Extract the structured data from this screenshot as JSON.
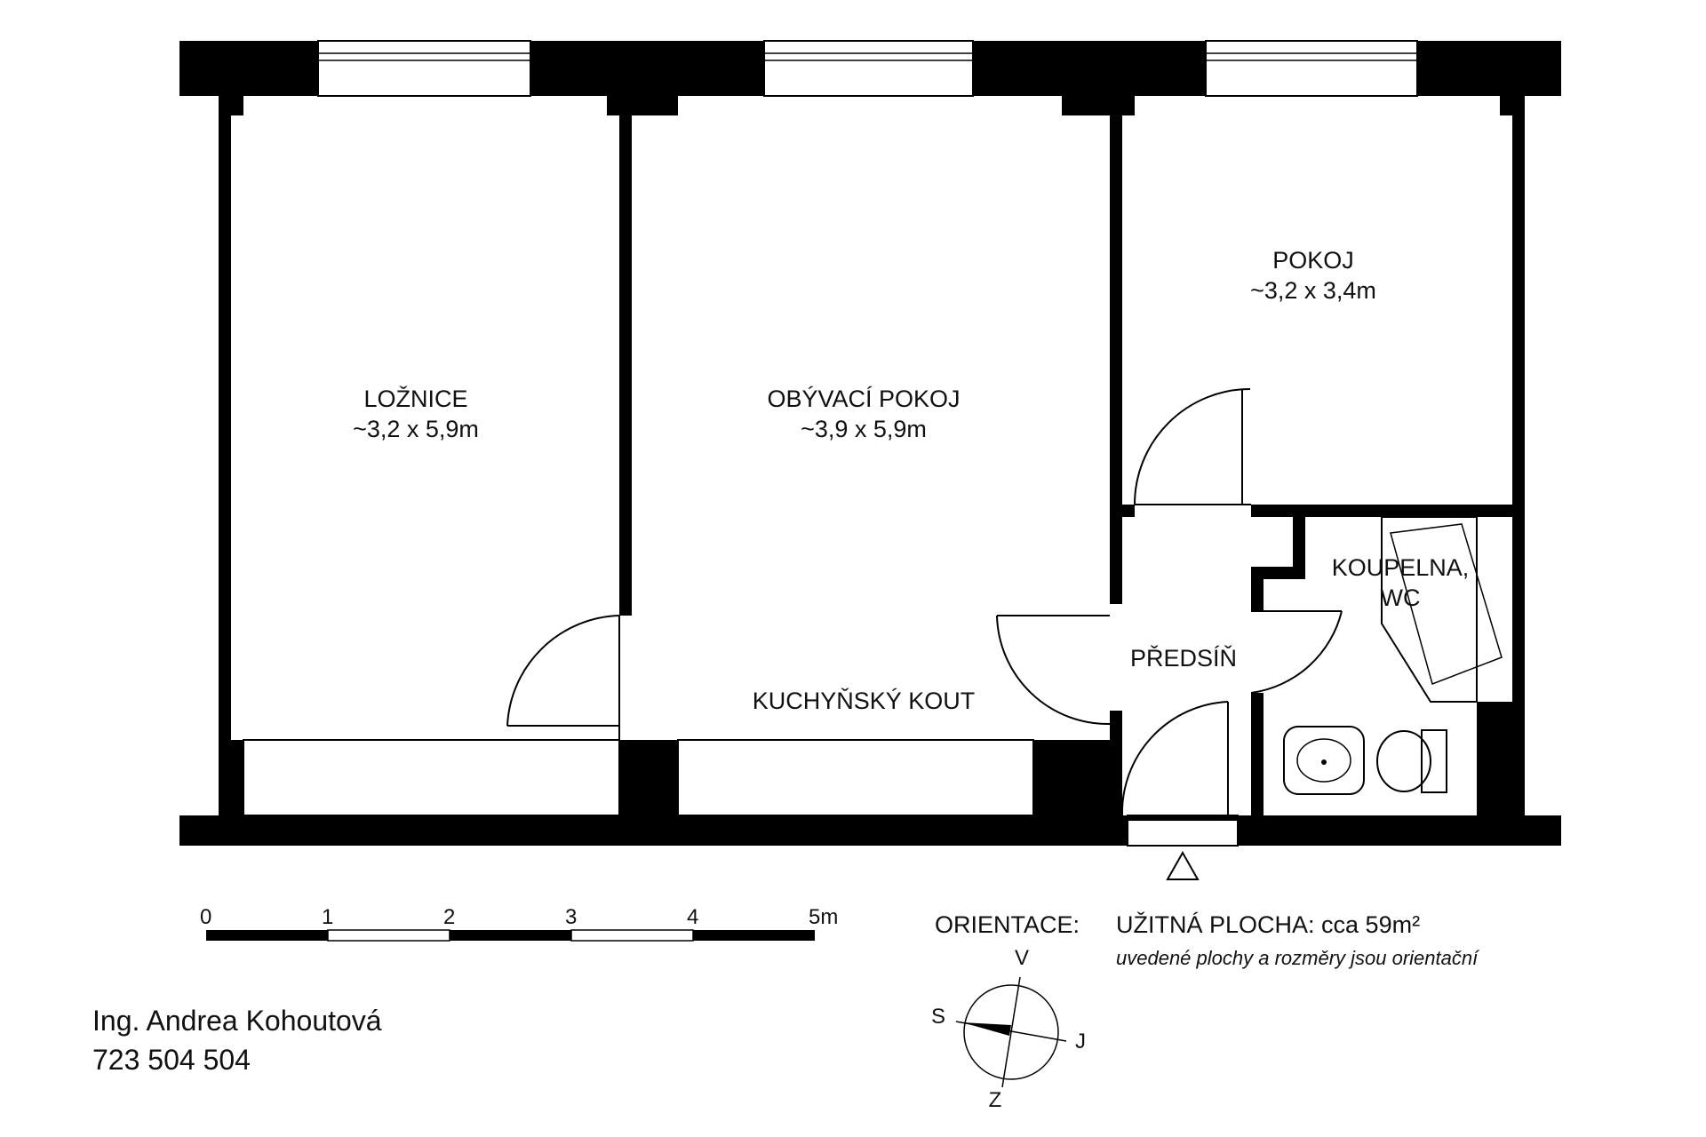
{
  "rooms": {
    "loznice": {
      "name": "LOŽNICE",
      "dims": "~3,2 x 5,9m"
    },
    "obyvaci": {
      "name": "OBÝVACÍ POKOJ",
      "dims": "~3,9 x 5,9m"
    },
    "pokoj": {
      "name": "POKOJ",
      "dims": "~3,2 x 3,4m"
    },
    "koupelna": {
      "name_line1": "KOUPELNA,",
      "name_line2": "WC"
    },
    "predsin": {
      "name": "PŘEDSÍŇ"
    },
    "kuchyn": {
      "name": "KUCHYŇSKÝ KOUT"
    }
  },
  "scale": {
    "ticks": [
      "0",
      "1",
      "2",
      "3",
      "4",
      "5m"
    ]
  },
  "orientation": {
    "label": "ORIENTACE:",
    "compass": {
      "north": "S",
      "south": "J",
      "east": "V",
      "west": "Z"
    }
  },
  "area": {
    "label": "UŽITNÁ PLOCHA: cca 59m²",
    "note": "uvedené plochy a rozměry jsou orientační"
  },
  "contact": {
    "name": "Ing. Andrea Kohoutová",
    "phone": "723 504 504"
  }
}
